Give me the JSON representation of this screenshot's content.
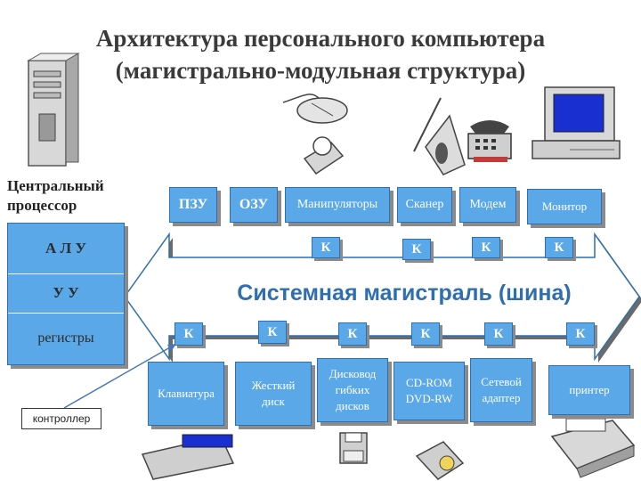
{
  "title": {
    "line1": "Архитектура персонального компьютера",
    "line2": "(магистрально-модульная структура)"
  },
  "cpu": {
    "caption_line1": "Центральный",
    "caption_line2": "процессор",
    "alu": "А Л У",
    "uu": "У У",
    "registers": "регистры"
  },
  "top_modules": {
    "rom": "ПЗУ",
    "ram": "ОЗУ",
    "manipulators": "Манипуляторы",
    "scanner": "Сканер",
    "modem": "Модем",
    "monitor": "Монитор"
  },
  "bus": {
    "label": "Системная магистраль (шина)"
  },
  "controller_letter": "К",
  "bottom_modules": {
    "keyboard": "Клавиатура",
    "hdd_line1": "Жесткий",
    "hdd_line2": "диск",
    "fdd_line1": "Дисковод",
    "fdd_line2": "гибких",
    "fdd_line3": "дисков",
    "cdrom_line1": "CD-ROM",
    "cdrom_line2": "DVD-RW",
    "nic_line1": "Сетевой",
    "nic_line2": "адаптер",
    "printer": "принтер"
  },
  "controller_callout": "контроллер",
  "colors": {
    "module": "#5aa8e8",
    "bus": "#ffffff",
    "shadow": "#8b8b8b",
    "text": "#3a3a3a"
  },
  "icons": [
    "computer-tower-icon",
    "mouse-icon",
    "trackball-icon",
    "light-pen-icon",
    "scanner-icon",
    "telephone-modem-icon",
    "monitor-icon",
    "keyboard-icon",
    "floppy-disk-icon",
    "cd-drive-icon",
    "printer-icon"
  ]
}
